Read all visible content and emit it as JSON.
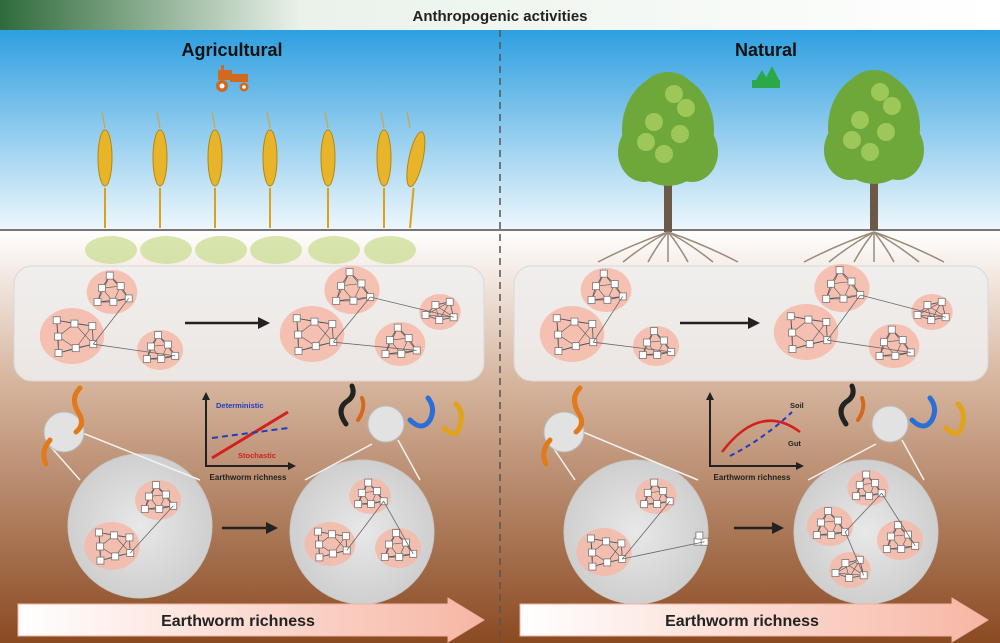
{
  "header": {
    "title": "Anthropogenic activities"
  },
  "panels": {
    "agricultural": {
      "title": "Agricultural",
      "icon": "tractor-icon",
      "inset": {
        "label_top": "Deterministic",
        "label_bottom": "Stochastic",
        "xlabel": "Earthworm richness"
      },
      "arrow_label": "Earthworm richness"
    },
    "natural": {
      "title": "Natural",
      "icon": "nature-icon",
      "inset": {
        "label_top": "Soil",
        "label_bottom": "Gut",
        "xlabel": "Earthworm richness"
      },
      "arrow_label": "Earthworm richness"
    }
  },
  "colors": {
    "sky_top": "#2e9fe0",
    "sky_bottom": "#eef7fc",
    "soil_top": "#ffffff",
    "soil_bottom": "#8a4a22",
    "module_fill": "#f6b9a7",
    "tractor": "#d2691e",
    "natural_icon": "#2aa84a",
    "deterministic": "#1f3fbf",
    "stochastic": "#d42020"
  }
}
